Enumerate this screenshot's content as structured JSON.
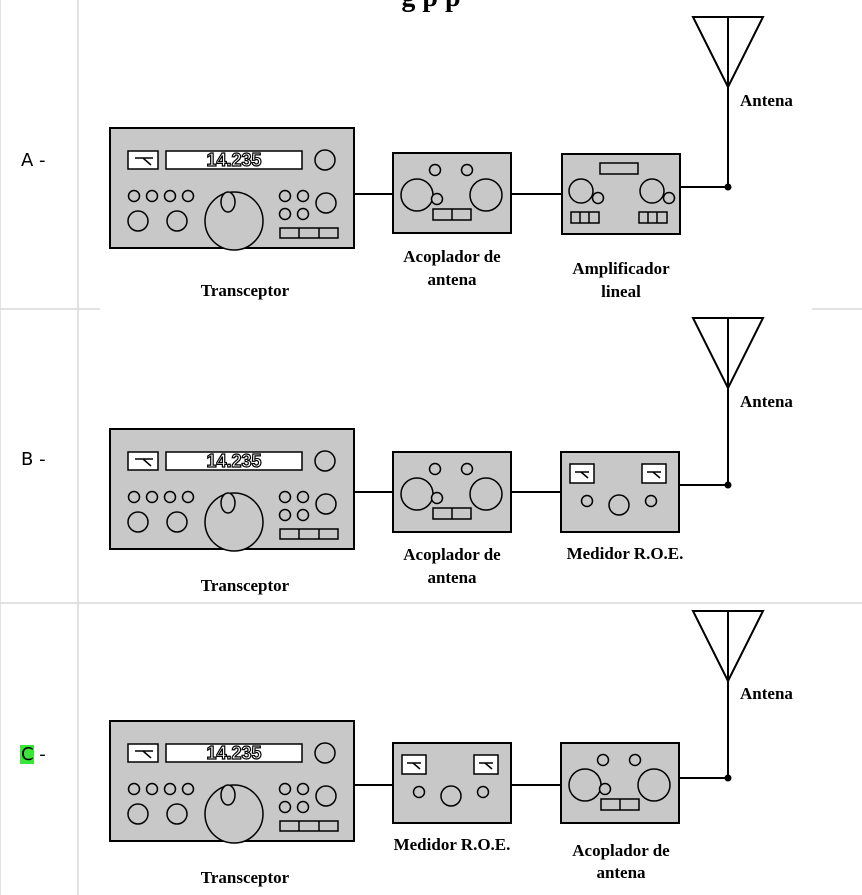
{
  "page": {
    "title_fragment": "g                                    p p"
  },
  "rows": [
    {
      "letter": "A",
      "suffix": " -",
      "highlight": false,
      "labels": {
        "antenna": "Antena",
        "transceiver": "Transceptor",
        "device1_line1": "Acoplador de",
        "device1_line2": "antena",
        "device2_line1": "Amplificador",
        "device2_line2": "lineal"
      },
      "frequency": "14.235"
    },
    {
      "letter": "B",
      "suffix": " -",
      "highlight": false,
      "labels": {
        "antenna": "Antena",
        "transceiver": "Transceptor",
        "device1_line1": "Acoplador de",
        "device1_line2": "antena",
        "device2_line1": "Medidor R.O.E.",
        "device2_line2": ""
      },
      "frequency": "14.235"
    },
    {
      "letter": "C",
      "suffix": " -",
      "highlight": true,
      "labels": {
        "antenna": "Antena",
        "transceiver": "Transceptor",
        "device1_line1": "Medidor R.O.E.",
        "device1_line2": "",
        "device2_line1": "Acoplador de",
        "device2_line2": "antena"
      },
      "frequency": "14.235"
    }
  ],
  "colors": {
    "device_fill": "#c8c8c8",
    "highlight": "#39e639",
    "grid_line": "#d9d9d9"
  }
}
